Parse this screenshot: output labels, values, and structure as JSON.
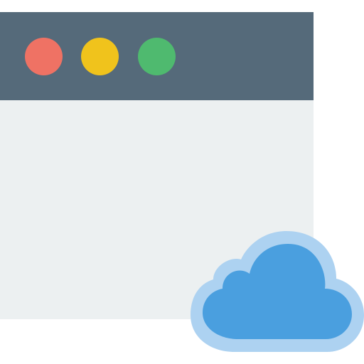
{
  "window": {
    "titlebar_color": "#556a7a",
    "content_color": "#ecf0f1",
    "buttons": [
      {
        "name": "close",
        "color": "#ef7264"
      },
      {
        "name": "minimize",
        "color": "#f0c31c"
      },
      {
        "name": "maximize",
        "color": "#4fba6f"
      }
    ]
  },
  "cloud": {
    "icon": "cloud-icon",
    "fill_color": "#4a9fdf",
    "outline_color": "#add2f1"
  }
}
